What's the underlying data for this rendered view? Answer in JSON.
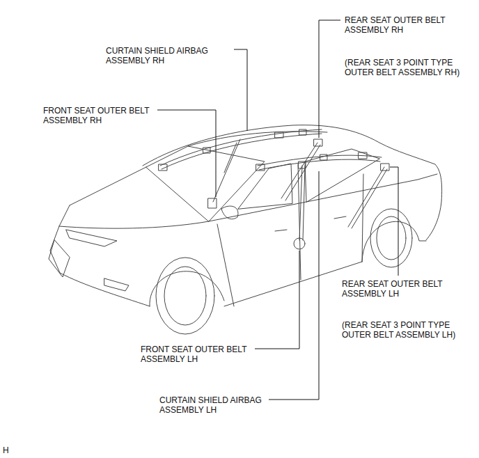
{
  "diagram": {
    "labels": [
      "REAR SEAT OUTER BELT ASSEMBLY RH",
      "(REAR SEAT 3 POINT TYPE OUTER BELT ASSEMBLY RH)",
      "CURTAIN SHIELD AIRBAG ASSEMBLY RH",
      "FRONT SEAT OUTER BELT ASSEMBLY RH",
      "REAR SEAT OUTER BELT ASSEMBLY LH",
      "(REAR SEAT 3 POINT TYPE OUTER BELT ASSEMBLY LH)",
      "FRONT SEAT OUTER BELT ASSEMBLY LH",
      "CURTAIN SHIELD AIRBAG ASSEMBLY LH",
      "H"
    ]
  }
}
